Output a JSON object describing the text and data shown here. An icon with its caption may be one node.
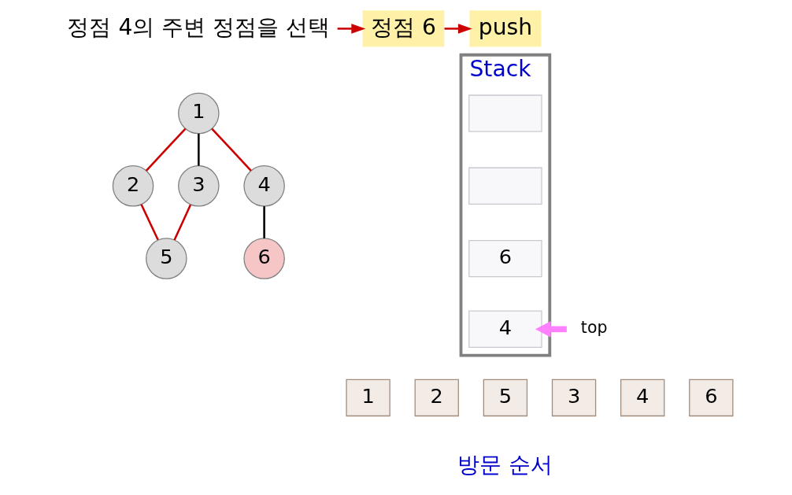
{
  "diagram": {
    "nodes": [
      {
        "text": [
          "정점 4의 주변 정점을 선택"
        ]
      },
      {
        "text": [
          "정점 6"
        ]
      },
      {
        "text": [
          "push"
        ]
      },
      {
        "text": [
          "1"
        ]
      },
      {
        "text": [
          "2"
        ]
      },
      {
        "text": [
          "3"
        ]
      },
      {
        "text": [
          "4"
        ]
      },
      {
        "text": [
          "5"
        ]
      },
      {
        "text": [
          "6"
        ]
      },
      {
        "text": [
          "Stack"
        ]
      },
      {
        "text": [],
        "shape": "box",
        "in": 9
      },
      {
        "text": [],
        "shape": "box",
        "in": 9
      },
      {
        "text": [
          "6"
        ],
        "in": 9
      },
      {
        "text": [
          "4"
        ],
        "in": 9
      },
      {
        "text": [
          "top"
        ]
      },
      {
        "text": [
          "1"
        ]
      },
      {
        "text": [
          "2"
        ]
      },
      {
        "text": [
          "5"
        ]
      },
      {
        "text": [
          "3"
        ]
      },
      {
        "text": [
          "4"
        ]
      },
      {
        "text": [
          "6"
        ]
      }
    ],
    "edges": [
      {
        "from": 0,
        "to": 1,
        "arrow": "to"
      },
      {
        "from": 1,
        "to": 2,
        "arrow": "to"
      },
      {
        "from": 3,
        "to": 4,
        "arrow": "none"
      },
      {
        "from": 3,
        "to": 5,
        "arrow": "none",
        "color": "#000000"
      },
      {
        "from": 3,
        "to": 6,
        "arrow": "none"
      },
      {
        "from": 4,
        "to": 7,
        "arrow": "none"
      },
      {
        "from": 5,
        "to": 7,
        "arrow": "none"
      },
      {
        "from": 6,
        "to": 8,
        "arrow": "none",
        "color": "#000000"
      },
      {
        "from": 14,
        "to": 13,
        "arrow": "to",
        "style": "thick",
        "color": "#ff80ff"
      }
    ],
    "labels": [
      "방문 순서"
    ]
  }
}
